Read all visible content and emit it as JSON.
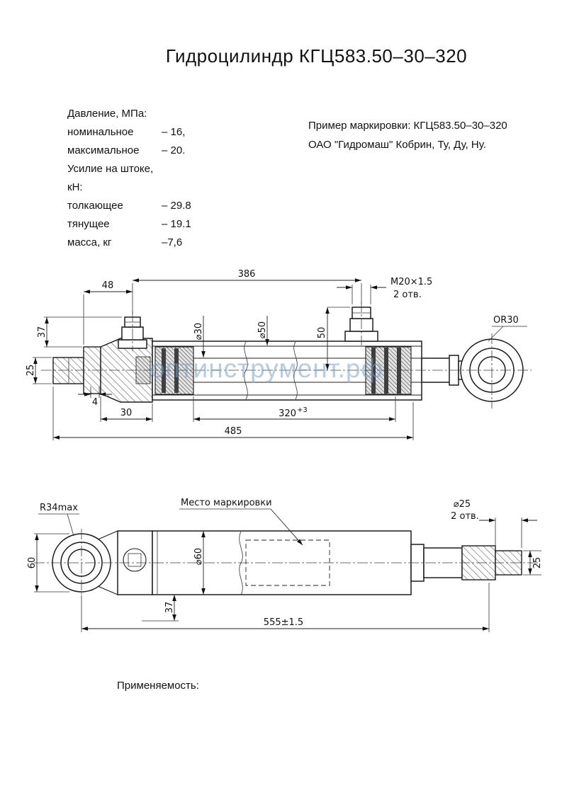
{
  "page": {
    "title": "Гидроцилиндр КГЦ583.50–30–320",
    "watermark": "оптинструмент.рф",
    "applicability_label": "Применяемость:"
  },
  "specs": {
    "rows": [
      {
        "label": "Давление, МПа:",
        "value": ""
      },
      {
        "label": "номинальное",
        "value": "– 16,"
      },
      {
        "label": "максимальное",
        "value": "– 20."
      },
      {
        "label": "Усилие на штоке, кН:",
        "value": ""
      },
      {
        "label": "толкающее",
        "value": "– 29.8"
      },
      {
        "label": "тянущее",
        "value": "– 19.1"
      },
      {
        "label": "масса, кг",
        "value": "–7,6"
      }
    ]
  },
  "marking": {
    "line1": "Пример маркировки: КГЦ583.50–30–320",
    "line2": "ОАО \"Гидромаш\" Кобрин, Ту, Ду, Ну."
  },
  "top_view": {
    "dims": {
      "d386": "386",
      "d48": "48",
      "thread": "M20×1.5",
      "thread_holes": "2 отв.",
      "h37": "37",
      "h25": "25",
      "w4": "4",
      "w30": "30",
      "stroke_len": "320",
      "stroke_tol": "+3",
      "len485": "485",
      "h50": "50",
      "dia30": "⌀30",
      "dia50": "⌀50",
      "or30": "OR30"
    }
  },
  "bottom_view": {
    "dims": {
      "r34max": "R34max",
      "h60": "60",
      "h37": "37",
      "dia60": "⌀60",
      "len555": "555±1.5",
      "dia25": "⌀25",
      "dia25_holes": "2 отв.",
      "h25": "25",
      "marking_place": "Место маркировки"
    }
  }
}
